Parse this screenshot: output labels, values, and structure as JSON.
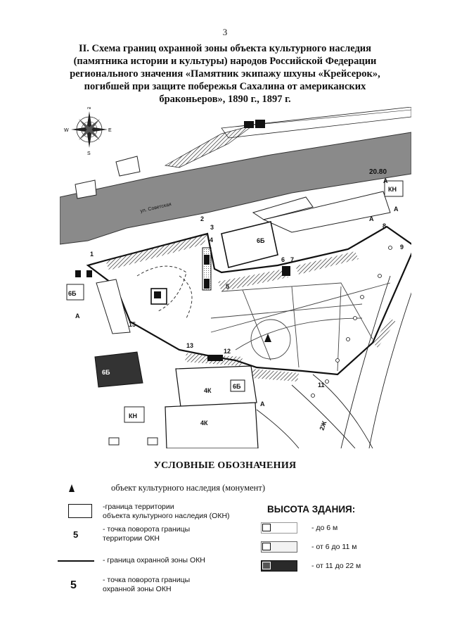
{
  "page_number": "3",
  "title_lines": [
    "II. Схема границ охранной зоны объекта культурного наследия",
    "(памятника истории и культуры) народов Российской Федерации",
    "регионального значения «Памятник экипажу шхуны «Крейсерок»,",
    "погибшей при защите побережья Сахалина от американских",
    "браконьеров», 1890 г., 1897 г."
  ],
  "map": {
    "compass": {
      "n": "N",
      "s": "S",
      "e": "E",
      "w": "W"
    },
    "point_labels": [
      "1",
      "2",
      "3",
      "4",
      "5",
      "6",
      "7",
      "8",
      "9",
      "11",
      "12",
      "13",
      "15"
    ],
    "building_labels": [
      "6Б",
      "6Б",
      "6Б",
      "6Б",
      "4К",
      "4К",
      "КН",
      "КН",
      "2Ж",
      "А",
      "А",
      "А",
      "А",
      "А"
    ],
    "elevation": "20.80",
    "street_labels": [
      "ул. Советская"
    ]
  },
  "legend": {
    "title": "УСЛОВНЫЕ ОБОЗНАЧЕНИЯ",
    "monument": "объект культурного наследия (монумент)",
    "okn_border_line1": "-граница территории",
    "okn_border_line2": "объекта культурного наследия (ОКН)",
    "okn_point_number": "5",
    "okn_point_line1": "- точка поворота границы",
    "okn_point_line2": "территории ОКН",
    "zone_border": "- граница охранной зоны ОКН",
    "zone_point_number": "5",
    "zone_point_line1": "- точка поворота границы",
    "zone_point_line2": "охранной зоны ОКН",
    "height_title": "ВЫСОТА ЗДАНИЯ:",
    "heights": [
      "- до 6 м",
      "- от 6 до 11 м",
      "- от 11 до 22 м"
    ]
  }
}
